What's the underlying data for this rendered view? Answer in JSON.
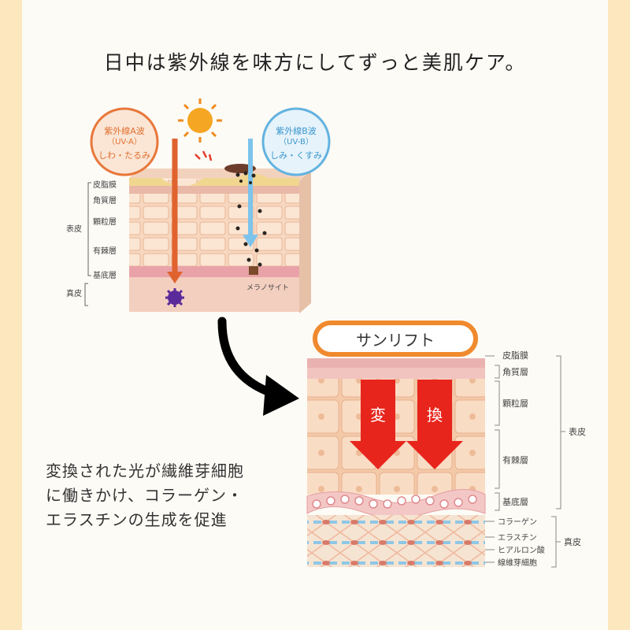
{
  "headline": "日中は紫外線を味方にしてずっと美肌ケア。",
  "caption": "変換された光が繊維芽細胞\nに働きかけ、コラーゲン・\nエラスチンの生成を促進",
  "diagram_top": {
    "uva_bubble": {
      "title": "紫外線A波",
      "sub": "（UV-A）",
      "effect": "しわ・たるみ"
    },
    "uvb_bubble": {
      "title": "紫外線B波",
      "sub": "（UV-B）",
      "effect": "しみ・くすみ"
    },
    "layer_labels": [
      "皮脂膜",
      "角質層",
      "顆粒層",
      "有棘層",
      "基底層"
    ],
    "group_labels": [
      "表皮",
      "真皮"
    ],
    "melanocyte_label": "メラノサイト"
  },
  "diagram_bottom": {
    "brand_label": "サンリフト",
    "arrow_chars": [
      "変",
      "換"
    ],
    "layer_labels": [
      "皮脂膜",
      "角質層",
      "顆粒層",
      "有棘層",
      "基底層"
    ],
    "dermis_labels": [
      "コラーゲン",
      "エラスチン",
      "ヒアルロン酸",
      "線維芽細胞"
    ],
    "group_labels": [
      "表皮",
      "真皮"
    ]
  },
  "colors": {
    "background": "#fde7bf",
    "panel": "#fdfbf6",
    "uva": "#e8773a",
    "uvb": "#63b3e0",
    "arrow_red": "#e8251c",
    "brand_border": "#f08a2e"
  },
  "icons": [
    "sun-icon",
    "curved-arrow-icon",
    "melanin-cluster-icon"
  ]
}
